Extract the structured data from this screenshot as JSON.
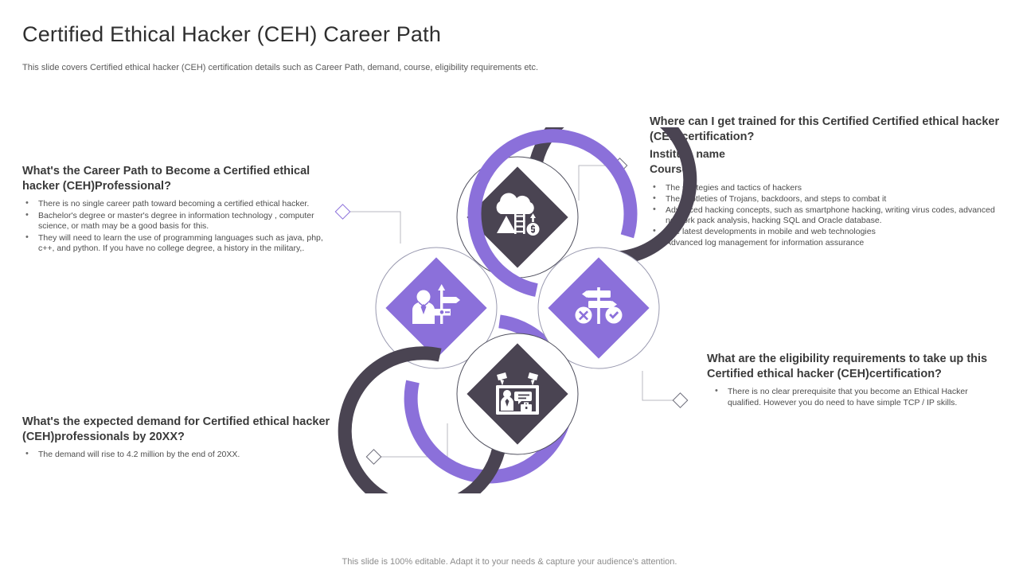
{
  "header": {
    "title": "Certified Ethical Hacker (CEH) Career Path",
    "subtitle": "This slide covers Certified ethical hacker (CEH) certification details such as Career Path, demand, course, eligibility requirements etc."
  },
  "blocks": {
    "career": {
      "heading": "What's the Career Path to Become a Certified ethical hacker (CEH)Professional?",
      "bullets": [
        "There is no single career path toward becoming a certified ethical hacker.",
        "Bachelor's degree or master's degree in information technology , computer science, or math may be a good basis for this.",
        "They will need to learn the use of programming languages such as java, php, c++, and python. If you have no college degree, a history in the military,."
      ]
    },
    "demand": {
      "heading": "What's the expected demand for Certified ethical hacker (CEH)professionals by 20XX?",
      "bullets": [
        "The demand will rise to 4.2 million by the end of 20XX."
      ]
    },
    "training": {
      "heading": "Where can I get trained for this Certified Certified ethical hacker (CEH)certification?",
      "subheading_1": "Institute name",
      "subheading_2": "Courses",
      "bullets": [
        "The strategies and tactics of hackers",
        "The subtleties of Trojans, backdoors, and steps to combat it",
        "Advanced hacking concepts, such as smartphone hacking, writing virus codes, advanced network pack analysis, hacking SQL and Oracle database.",
        "The latest developments in mobile and web technologies",
        "Advanced log management for information assurance"
      ]
    },
    "eligibility": {
      "heading": "What are the eligibility requirements to take up this Certified ethical hacker (CEH)certification?",
      "bullets": [
        "There is no clear prerequisite that you become an Ethical Hacker qualified. However you do need to have simple TCP / IP skills."
      ]
    }
  },
  "diagram": {
    "nodes": [
      {
        "id": "top",
        "icon": "career-ladder-cloud-icon",
        "color": "dark"
      },
      {
        "id": "left",
        "icon": "person-signpost-icon",
        "color": "purple"
      },
      {
        "id": "right",
        "icon": "signpost-check-cross-icon",
        "color": "purple"
      },
      {
        "id": "bottom",
        "icon": "training-presentation-icon",
        "color": "dark"
      }
    ],
    "connectors": [
      {
        "id": "career-connector",
        "marker": "diamond-marker"
      },
      {
        "id": "training-connector",
        "marker": "diamond-marker"
      },
      {
        "id": "eligibility-connector",
        "marker": "diamond-marker"
      },
      {
        "id": "demand-connector",
        "marker": "diamond-marker"
      }
    ]
  },
  "colors": {
    "dark": "#4a4452",
    "purple": "#8b70da",
    "line": "#b9b9c2",
    "text": "#4d4d4d",
    "heading": "#3a3a3a"
  },
  "footer": {
    "note": "This slide is 100% editable. Adapt it to your needs & capture your audience's attention."
  }
}
